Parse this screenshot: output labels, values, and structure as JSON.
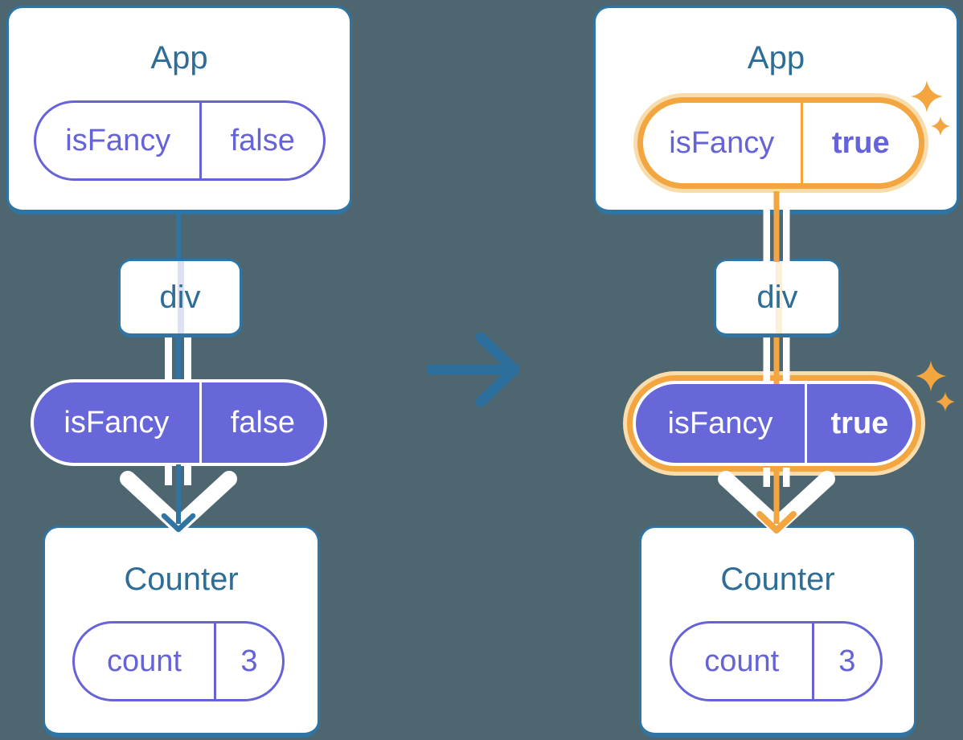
{
  "diagram": {
    "description": "two component trees, before and after a state change",
    "trees": {
      "before": {
        "app": {
          "title": "App",
          "prop_name": "isFancy",
          "prop_value": "false"
        },
        "div_label": "div",
        "pill": {
          "prop_name": "isFancy",
          "prop_value": "false"
        },
        "counter": {
          "title": "Counter",
          "state_name": "count",
          "state_value": "3"
        }
      },
      "after": {
        "app": {
          "title": "App",
          "prop_name": "isFancy",
          "prop_value": "true"
        },
        "div_label": "div",
        "pill": {
          "prop_name": "isFancy",
          "prop_value": "true"
        },
        "counter": {
          "title": "Counter",
          "state_name": "count",
          "state_value": "3"
        }
      }
    },
    "icons": {
      "transition_arrow": "right-arrow",
      "sparkle": "4-point-star",
      "props_flow": "double-white-chevron",
      "state_flow_before": "blue-arrow-down",
      "state_flow_after": "orange-arrow-down"
    },
    "colors": {
      "background": "#4d6670",
      "card_border_blue": "#2f74a2",
      "heading_text_blue": "#2e6d96",
      "arrow_blue": "#2d6f9c",
      "purple_outline": "#6563d7",
      "purple_fill": "#6767d9",
      "highlight_orange": "#f3a53f",
      "highlight_halo": "#f9dcab",
      "inner_line_lavender": "#dce1f6",
      "inner_line_cream": "#fcf0da",
      "white": "#ffffff"
    }
  }
}
